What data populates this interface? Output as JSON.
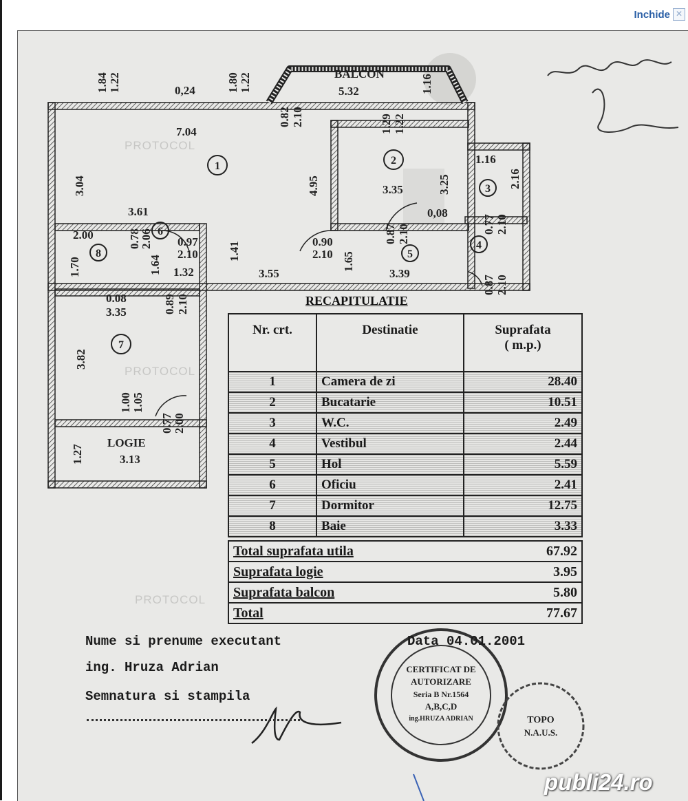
{
  "header": {
    "close_label": "Inchide",
    "close_icon": "close-icon"
  },
  "watermark": {
    "protocol": "PROTOCOL",
    "brand": "publi24.ro"
  },
  "plan": {
    "balcon_label": "BALCON",
    "balcon_dim": "5.32",
    "logie_label": "LOGIE",
    "logie_dim": "3.13",
    "rooms": [
      "1",
      "2",
      "3",
      "4",
      "5",
      "6",
      "7",
      "8"
    ],
    "dims": {
      "d_184": "1.84",
      "d_122a": "1.22",
      "d_024": "0,24",
      "d_180": "1.80",
      "d_122b": "1.22",
      "d_116": "1.16",
      "d_082": "0.82",
      "d_210a": "2.10",
      "d_704": "7.04",
      "d_129": "1.29",
      "d_122c": "1.22",
      "d_116b": "1.16",
      "d_216": "2.16",
      "d_304": "3.04",
      "d_495": "4.95",
      "d_335a": "3.35",
      "d_325": "3.25",
      "d_361": "3.61",
      "d_200": "2.00",
      "d_078": "0.78",
      "d_206": "2.06",
      "d_097": "0.97",
      "d_210b": "2.10",
      "d_141": "1.41",
      "d_087a": "0.87",
      "d_210c": "2.10",
      "d_008a": "0,08",
      "d_077a": "0.77",
      "d_210d": "2.10",
      "d_170": "1.70",
      "d_164": "1.64",
      "d_132": "1.32",
      "d_090": "0.90",
      "d_210e": "2.10",
      "d_165": "1.65",
      "d_355": "3.55",
      "d_339": "3.39",
      "d_087b": "0.87",
      "d_210f": "2.10",
      "d_008b": "0.08",
      "d_089": "0.89",
      "d_210g": "2.10",
      "d_335b": "3.35",
      "d_382": "3.82",
      "d_100": "1.00",
      "d_105": "1.05",
      "d_077b": "0.77",
      "d_200b": "2.00",
      "d_127": "1.27"
    }
  },
  "recap": {
    "title": "RECAPITULATIE",
    "headers": {
      "nr": "Nr. crt.",
      "dest": "Destinatie",
      "surf": "Suprafata",
      "unit": "( m.p.)"
    },
    "rows": [
      {
        "nr": "1",
        "dest": "Camera de zi",
        "val": "28.40"
      },
      {
        "nr": "2",
        "dest": "Bucatarie",
        "val": "10.51"
      },
      {
        "nr": "3",
        "dest": "W.C.",
        "val": "2.49"
      },
      {
        "nr": "4",
        "dest": "Vestibul",
        "val": "2.44"
      },
      {
        "nr": "5",
        "dest": "Hol",
        "val": "5.59"
      },
      {
        "nr": "6",
        "dest": "Oficiu",
        "val": "2.41"
      },
      {
        "nr": "7",
        "dest": "Dormitor",
        "val": "12.75"
      },
      {
        "nr": "8",
        "dest": "Baie",
        "val": "3.33"
      }
    ],
    "totals": [
      {
        "label": "Total suprafata utila",
        "val": "67.92"
      },
      {
        "label": "Suprafata logie",
        "val": "3.95"
      },
      {
        "label": "Suprafata balcon",
        "val": "5.80"
      },
      {
        "label": "Total",
        "val": "77.67"
      }
    ]
  },
  "executant": {
    "line1": "Nume si prenume executant",
    "date": "Data 04.01.2001",
    "line2": "ing. Hruza Adrian",
    "line3": "Semnatura si stampila"
  },
  "stamp": {
    "l1": "CERTIFICAT DE",
    "l2": "AUTORIZARE",
    "l3": "Seria B  Nr.1564",
    "l4": "A,B,C,D",
    "l5": "ing.HRUZA ADRIAN"
  },
  "stamp2": {
    "l1": "TOPO",
    "l2": "N.A.U.S."
  }
}
